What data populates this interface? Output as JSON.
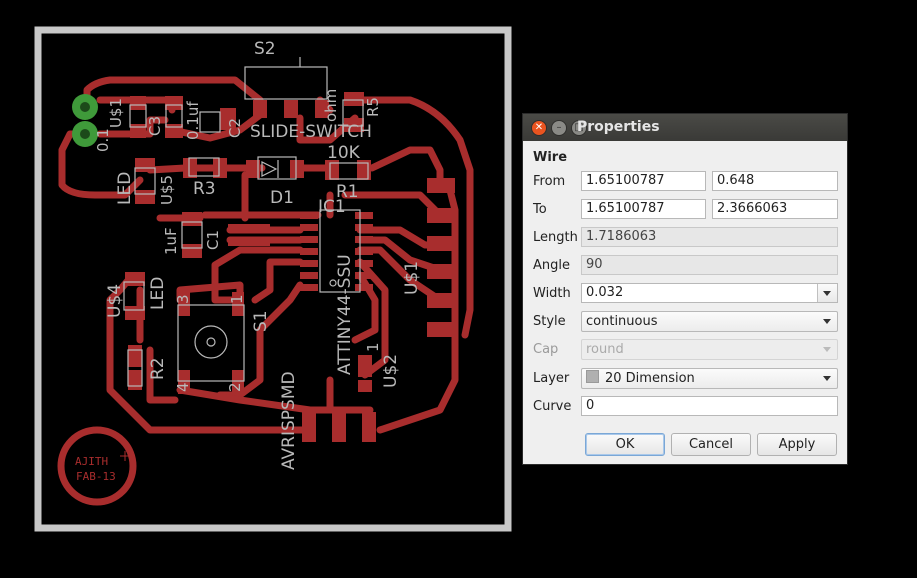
{
  "board": {
    "labels": {
      "s2": "S2",
      "slide_switch": "SLIDE-SWITCH",
      "c2": "C2",
      "c2_value": "0.1uf",
      "r5": "R5",
      "r5_value": "10K",
      "r5_unit": "ohm",
      "c3": "C3",
      "j1_a": "U$1",
      "j1_b": "0.1",
      "led_top": "LED",
      "u5": "U$5",
      "r3": "R3",
      "d1": "D1",
      "r1": "R1",
      "ic1": "IC1",
      "c1": "C1",
      "c1_value": "1uF",
      "attiny": "ATTINY44-SSU",
      "u1_right": "U$1",
      "u4": "U$4",
      "led_bottom": "LED",
      "pin3": "3",
      "pin1": "1",
      "s1": "S1",
      "r2": "R2",
      "pin4": "4",
      "pin2": "2",
      "avrisp": "AVRISPSMD",
      "u2": "U$2",
      "ic_pin1": "1",
      "logo_line1": "AJITH",
      "logo_line2": "FAB-13"
    }
  },
  "dialog": {
    "title": "Properties",
    "section": "Wire",
    "from_label": "From",
    "from_x": "1.65100787",
    "from_y": "0.648",
    "to_label": "To",
    "to_x": "1.65100787",
    "to_y": "2.3666063",
    "length_label": "Length",
    "length_value": "1.7186063",
    "angle_label": "Angle",
    "angle_value": "90",
    "width_label": "Width",
    "width_value": "0.032",
    "style_label": "Style",
    "style_value": "continuous",
    "cap_label": "Cap",
    "cap_value": "round",
    "layer_label": "Layer",
    "layer_value": "20 Dimension",
    "curve_label": "Curve",
    "curve_value": "0",
    "ok_label": "OK",
    "cancel_label": "Cancel",
    "apply_label": "Apply"
  },
  "colors": {
    "copper": "#a82d2d",
    "silk": "#b9b9b9",
    "outline": "#c8c8c8",
    "pad_green": "#3f9a3a"
  }
}
